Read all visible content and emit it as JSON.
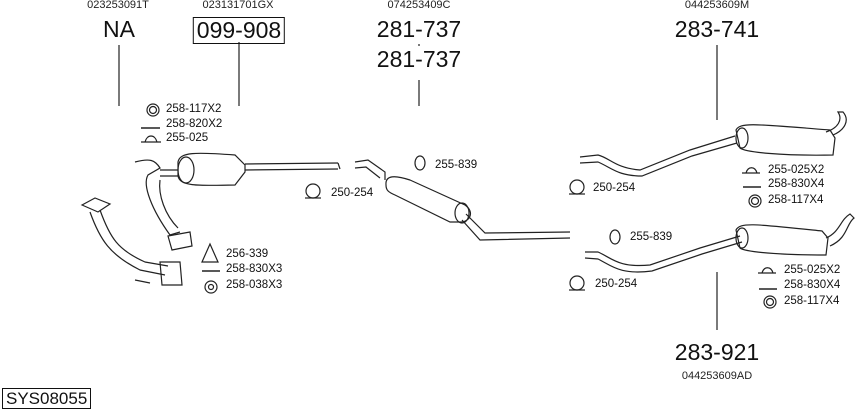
{
  "groups": [
    {
      "oem": "023253091T",
      "part": "NA"
    },
    {
      "oem": "023131701GX",
      "part": "099-908"
    },
    {
      "oem": "074253409C",
      "part": "281-737",
      "part2": "281-737"
    },
    {
      "oem": "044253609M",
      "part": "283-741"
    },
    {
      "oem": "044253609AD",
      "part": "283-921"
    }
  ],
  "accessories": {
    "front": [
      "258-117X2",
      "258-820X2",
      "255-025"
    ],
    "down": [
      "256-339",
      "258-830X3",
      "258-038X3"
    ],
    "mid_clamp": "250-254",
    "mid_hanger": "255-839",
    "rear1_clamp": "250-254",
    "rear1": [
      "255-025X2",
      "258-830X4",
      "258-117X4"
    ],
    "rear2_hanger": "255-839",
    "rear2_clamp": "250-254",
    "rear2": [
      "255-025X2",
      "258-830X4",
      "258-117X4"
    ]
  },
  "system_code": "SYS08055"
}
